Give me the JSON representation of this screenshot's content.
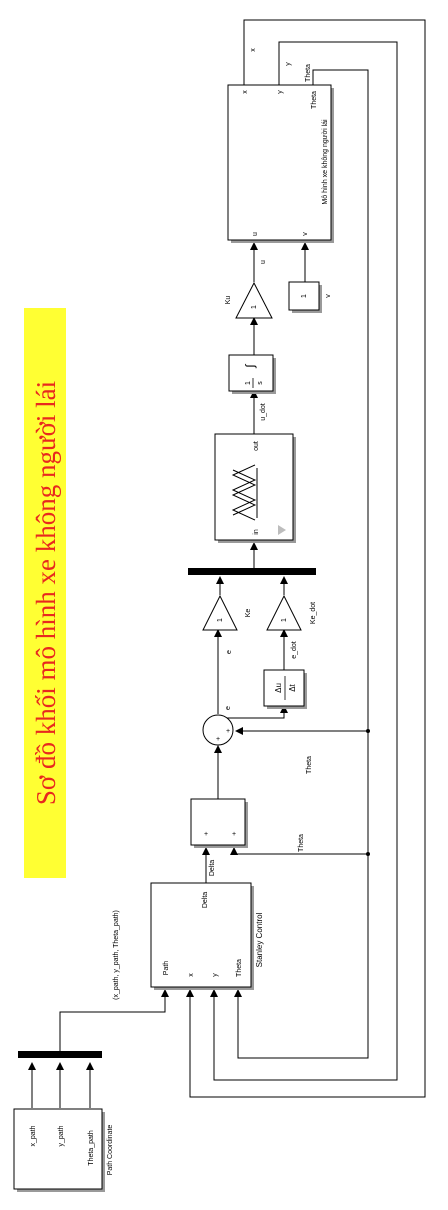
{
  "title": "Sơ đồ khối mô hình xe không người lái",
  "blocks": {
    "path_coordinate": {
      "name": "Path Coordinate",
      "ports": [
        "x_path",
        "y_path",
        "Theta_path"
      ]
    },
    "path_signal": "(x_path, y_path, Theta_path)",
    "stanley": {
      "name": "Stanley Control",
      "inputs": [
        "Path",
        "x",
        "y",
        "Theta"
      ],
      "output": "Delta"
    },
    "sum_top": {
      "signs": [
        "+",
        "+"
      ]
    },
    "sum_circle": {
      "signs": [
        "+",
        "+"
      ]
    },
    "derivative": {
      "numerator": "Δu",
      "denominator": "Δt"
    },
    "gain_ke": {
      "name": "Ke",
      "value": "1"
    },
    "gain_ke_dot": {
      "name": "Ke_dot",
      "value": "1"
    },
    "fuzzy": {
      "in_label": "in",
      "out_label": "out"
    },
    "integrator": {
      "numerator": "1",
      "denominator": "s"
    },
    "gain_ku": {
      "name": "Ku",
      "value": "1"
    },
    "constant_v": {
      "value": "1"
    },
    "vehicle": {
      "name": "Mô hình xe không người lái",
      "inputs": [
        "u",
        "v"
      ],
      "outputs": [
        "x",
        "y",
        "Theta"
      ]
    }
  },
  "signals": {
    "delta": "Delta",
    "theta_a": "Theta",
    "theta_b": "Theta",
    "e_a": "e",
    "e_b": "e",
    "e_dot": "e_dot",
    "u_dot": "u_dot",
    "u": "u",
    "v": "v",
    "x": "x",
    "y": "y",
    "theta_out": "Theta"
  }
}
